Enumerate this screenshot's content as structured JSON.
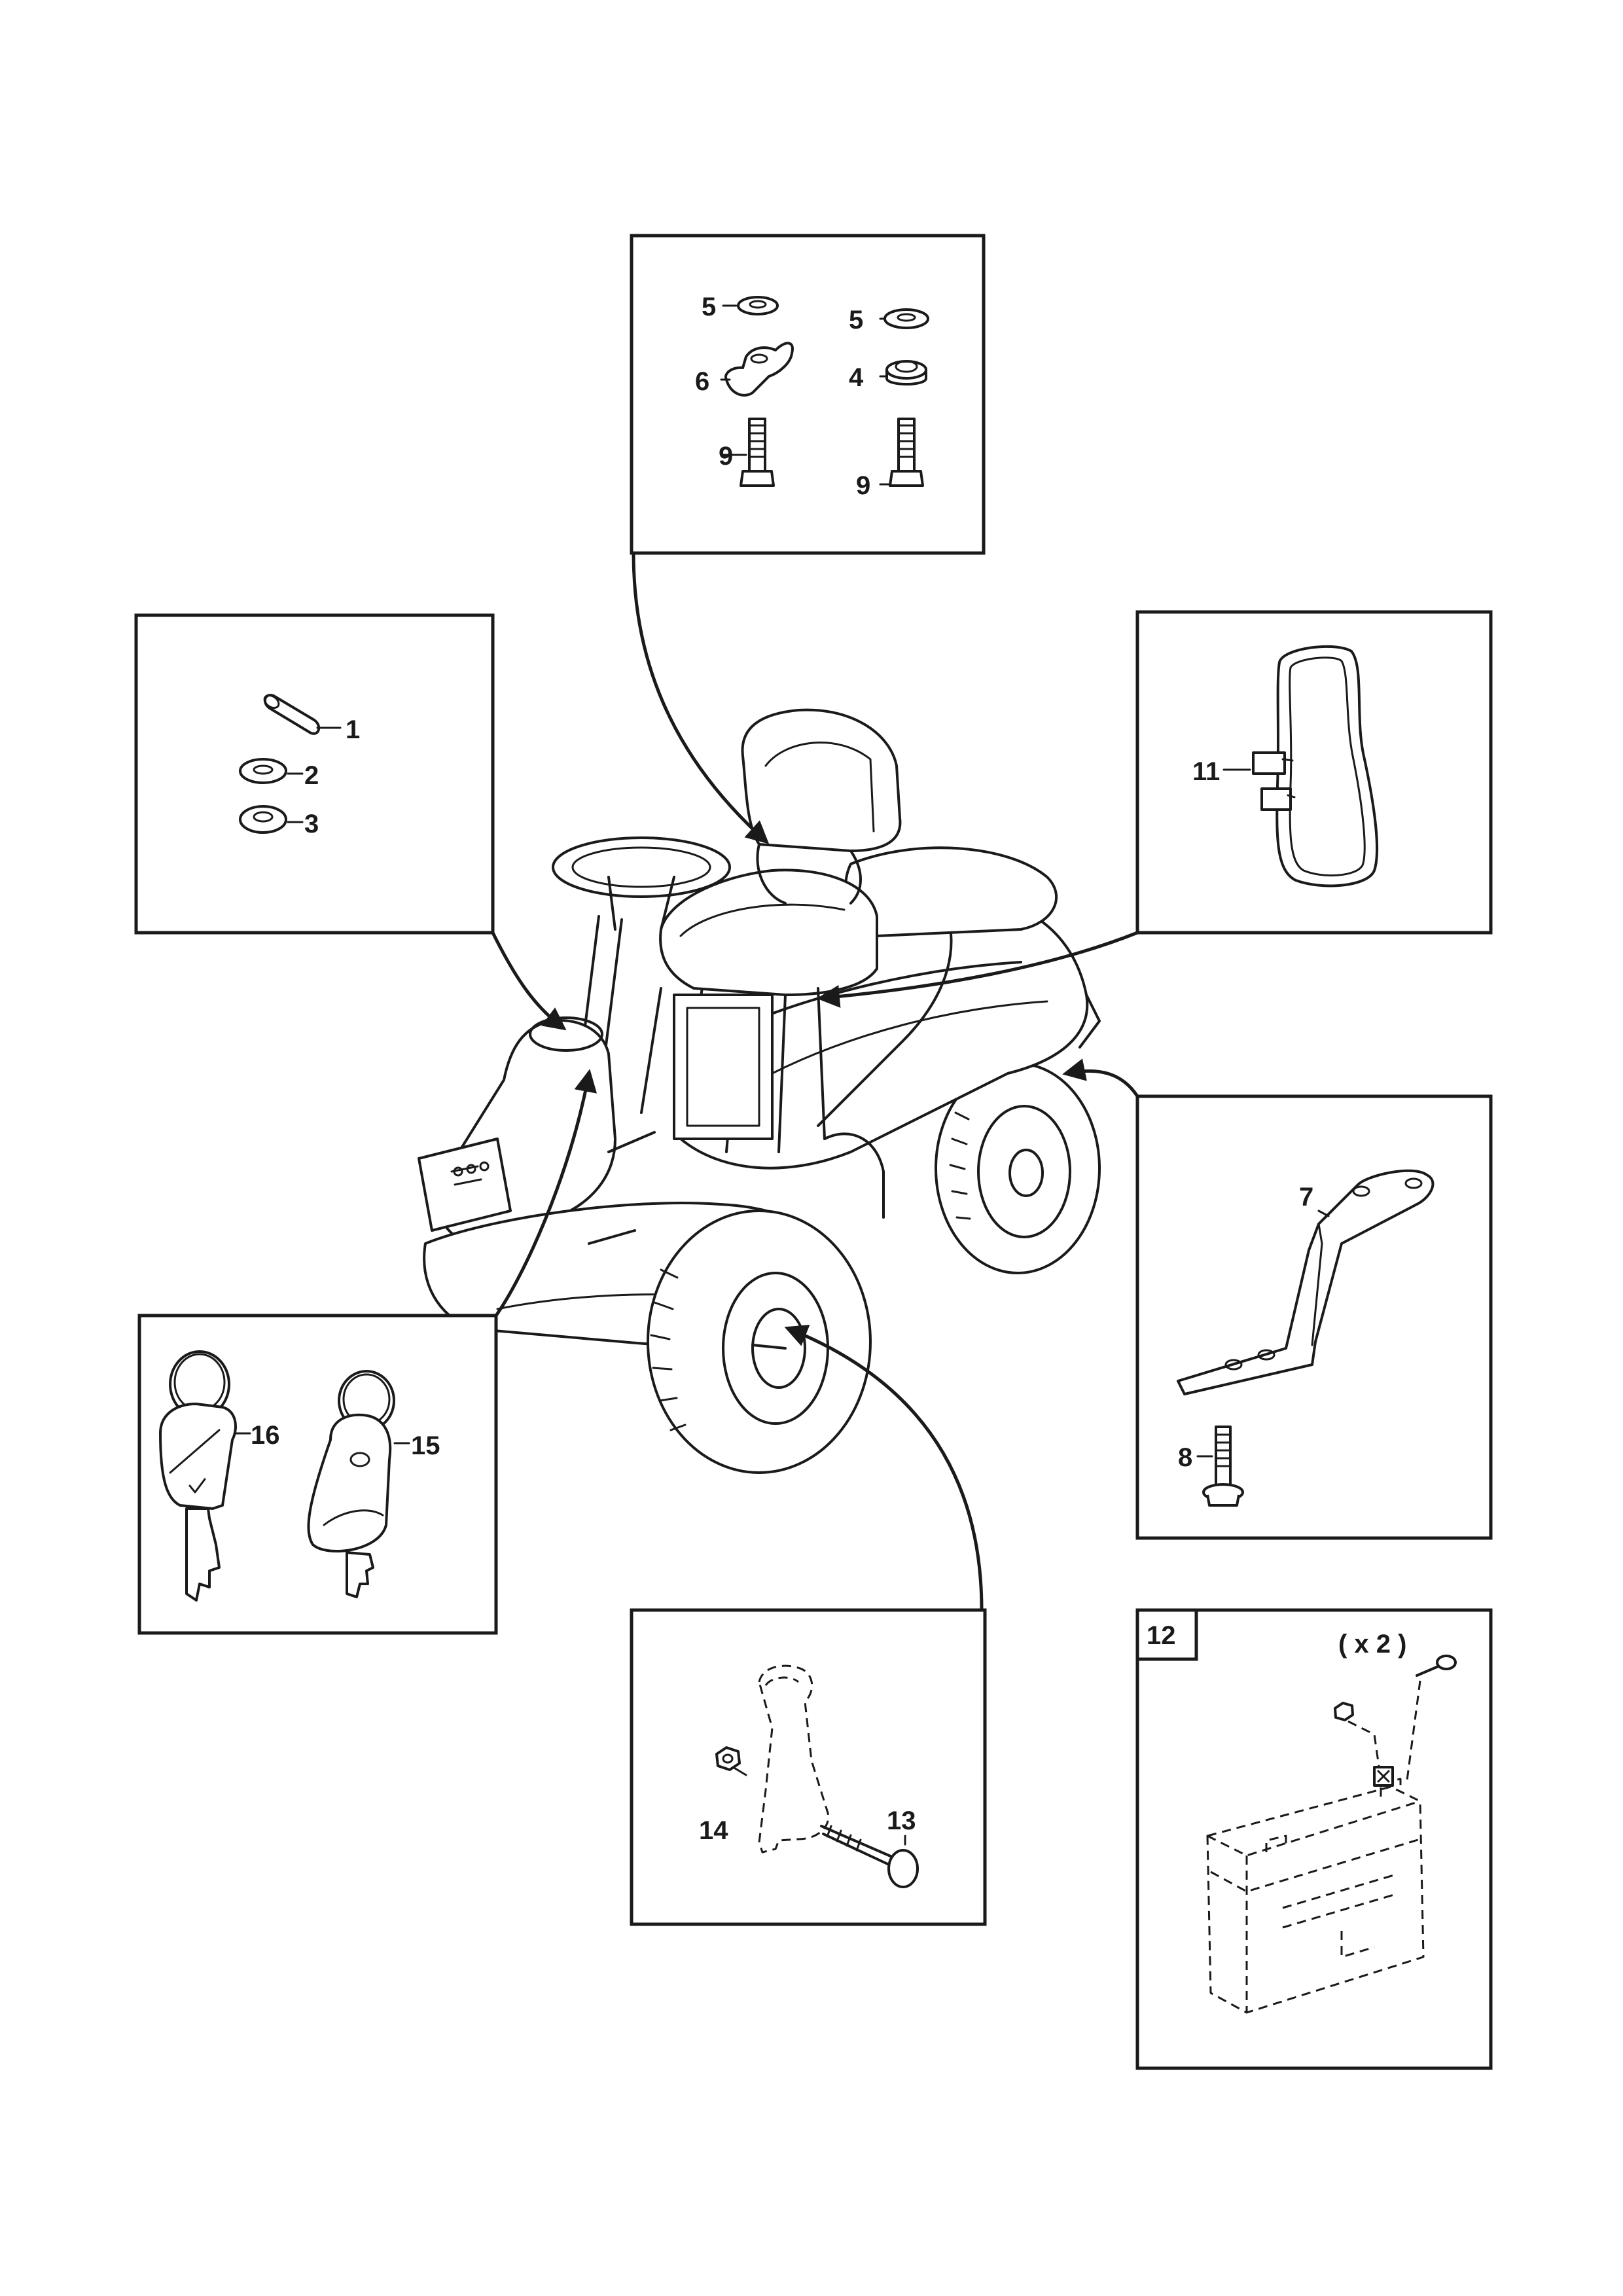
{
  "callouts": {
    "c1": "1",
    "c2": "2",
    "c3": "3",
    "c4": "4",
    "c5a": "5",
    "c5b": "5",
    "c6": "6",
    "c7": "7",
    "c8": "8",
    "c9a": "9",
    "c9b": "9",
    "c11": "11",
    "c12": "12",
    "c13": "13",
    "c14": "14",
    "c15": "15",
    "c16": "16"
  },
  "battery_quantity": "( x 2 )"
}
